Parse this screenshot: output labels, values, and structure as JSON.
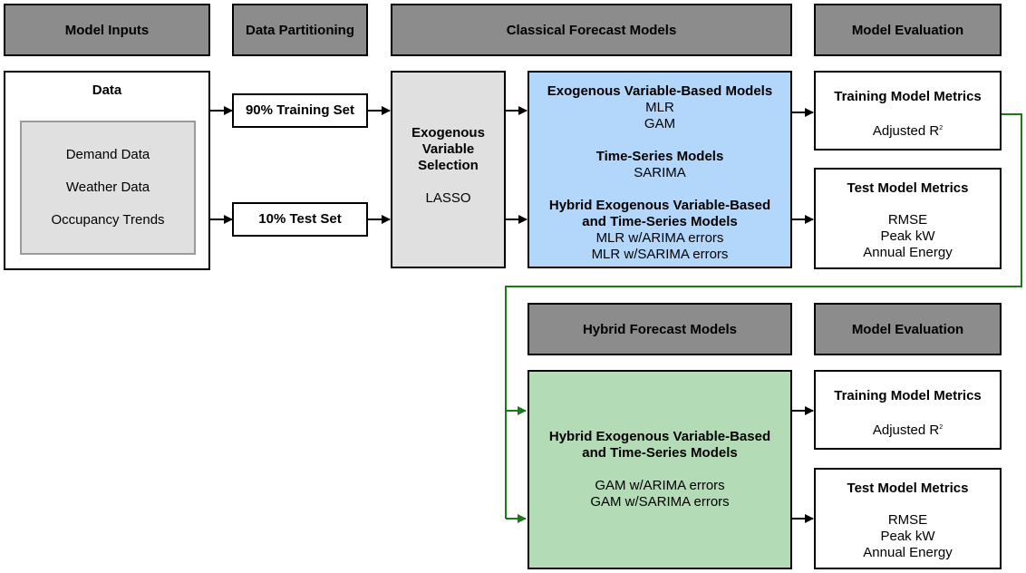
{
  "headers": {
    "model_inputs": "Model Inputs",
    "data_partitioning": "Data Partitioning",
    "classical_forecast_models": "Classical Forecast Models",
    "model_evaluation_top": "Model Evaluation",
    "hybrid_forecast_models": "Hybrid Forecast Models",
    "model_evaluation_bottom": "Model Evaluation"
  },
  "data_box": {
    "title": "Data",
    "items": [
      "Demand Data",
      "Weather Data",
      "Occupancy Trends"
    ]
  },
  "partition": {
    "training": "90% Training Set",
    "test": "10% Test Set"
  },
  "selection": {
    "title_lines": [
      "Exogenous",
      "Variable",
      "Selection"
    ],
    "method": "LASSO"
  },
  "classical": {
    "exogenous_title": "Exogenous Variable-Based Models",
    "exogenous_items": [
      "MLR",
      "GAM"
    ],
    "timeseries_title": "Time-Series Models",
    "timeseries_items": [
      "SARIMA"
    ],
    "hybrid_title_lines": [
      "Hybrid Exogenous Variable-Based",
      "and Time-Series Models"
    ],
    "hybrid_items": [
      "MLR w/ARIMA errors",
      "MLR w/SARIMA errors"
    ]
  },
  "hybrid": {
    "title_lines": [
      "Hybrid Exogenous Variable-Based",
      "and Time-Series Models"
    ],
    "items": [
      "GAM w/ARIMA errors",
      "GAM w/SARIMA errors"
    ]
  },
  "metrics_top": {
    "training_title": "Training Model Metrics",
    "training_metric": "Adjusted R",
    "training_metric_sup": "2",
    "test_title": "Test Model Metrics",
    "test_items": [
      "RMSE",
      "Peak kW",
      "Annual Energy"
    ]
  },
  "metrics_bottom": {
    "training_title": "Training Model Metrics",
    "training_metric": "Adjusted R",
    "training_metric_sup": "2",
    "test_title": "Test Model Metrics",
    "test_items": [
      "RMSE",
      "Peak kW",
      "Annual Energy"
    ]
  },
  "colors": {
    "header_fill": "#8c8c8c",
    "light_gray_fill": "#e0e0e0",
    "classical_fill": "#b3d7fb",
    "hybrid_fill": "#b3dbb5",
    "feedback_line": "#1a7a1a"
  }
}
